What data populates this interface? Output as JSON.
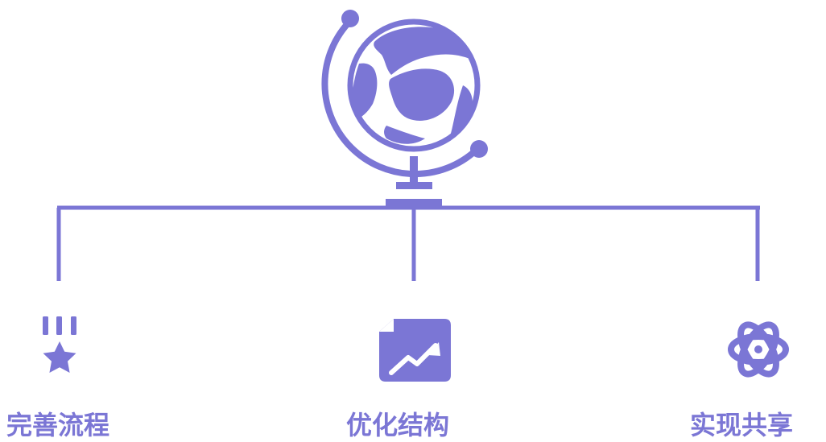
{
  "theme": {
    "accent": "#7b76d5",
    "background": "#ffffff"
  },
  "diagram": {
    "root": {
      "icon": "globe-icon"
    },
    "branches": [
      {
        "icon": "medal-star-icon",
        "label": "完善流程"
      },
      {
        "icon": "trend-chart-icon",
        "label": "优化结构"
      },
      {
        "icon": "atom-icon",
        "label": "实现共享"
      }
    ]
  }
}
